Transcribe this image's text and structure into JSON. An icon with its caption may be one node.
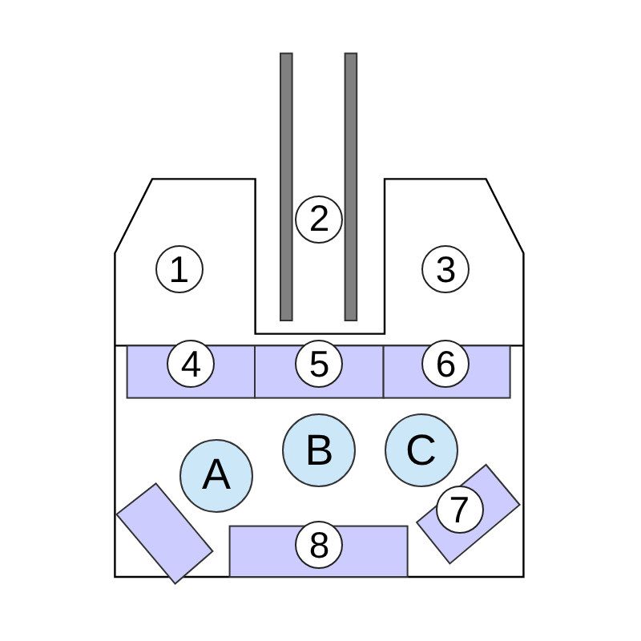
{
  "diagram": {
    "nodes": [
      {
        "text": [
          "A"
        ]
      },
      {
        "text": [
          "B"
        ]
      },
      {
        "text": [
          "C"
        ]
      }
    ],
    "labels": [
      "1",
      "2",
      "3",
      "4",
      "5",
      "6",
      "7",
      "8"
    ]
  }
}
